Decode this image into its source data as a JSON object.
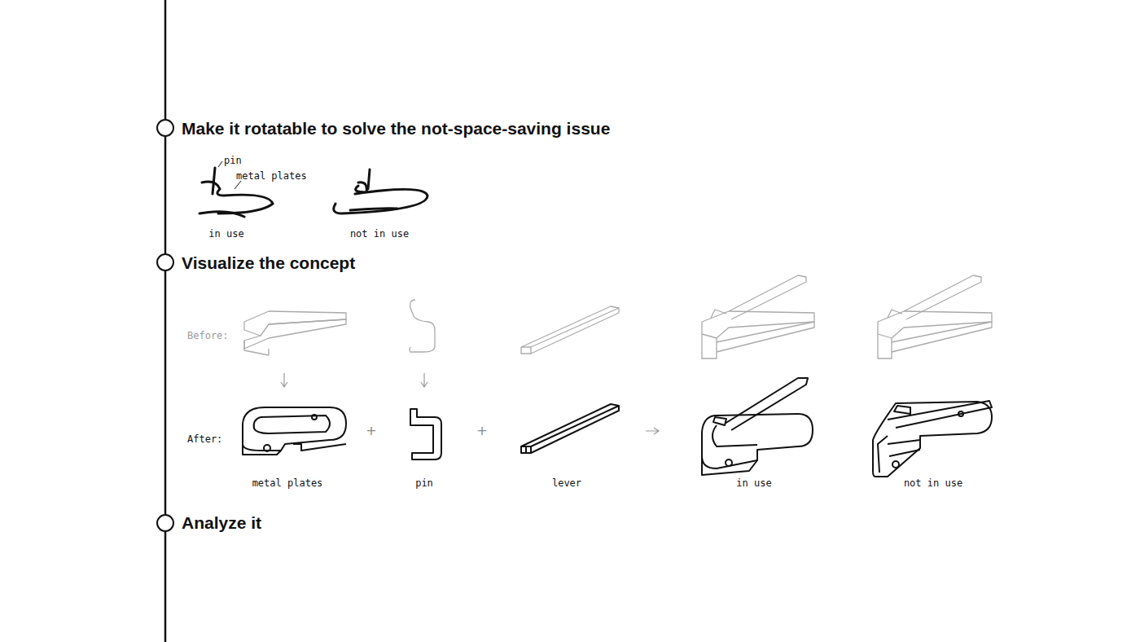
{
  "diagram": {
    "labels": [
      "Make it rotatable to solve the not-space-saving issue",
      "pin",
      "metal plates",
      "in use",
      "not in use",
      "Visualize the concept",
      "Before:",
      "After:",
      "+",
      "+",
      "metal plates",
      "pin",
      "lever",
      "in use",
      "not in use",
      "Analyze it"
    ]
  }
}
